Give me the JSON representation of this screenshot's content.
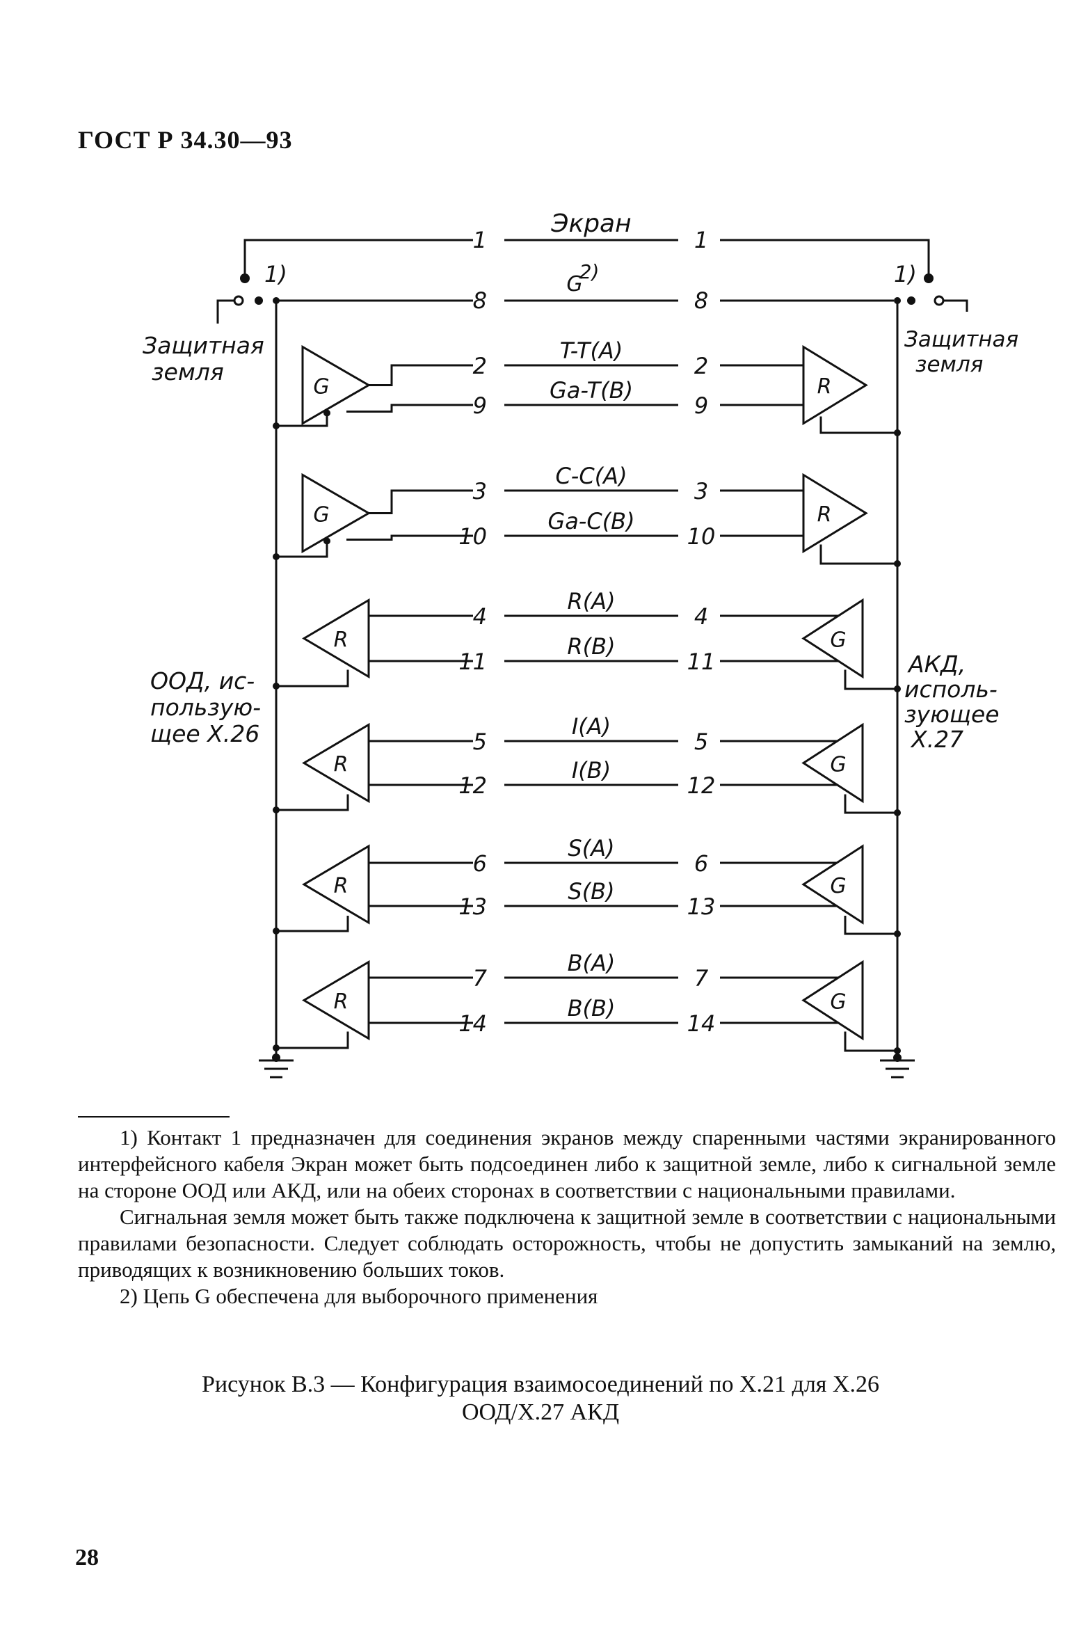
{
  "header": {
    "standard": "ГОСТ Р 34.30—93"
  },
  "diagram": {
    "screen_label": "Экран",
    "g_label": "G",
    "g_superscript": "2)",
    "note_mark": "1)",
    "left_pe_label": [
      "Защитная",
      "земля"
    ],
    "right_pe_label": [
      "Защитная",
      "земля"
    ],
    "left_side_label": [
      "ООД, ис-",
      "пользую-",
      "щее X.26"
    ],
    "right_side_label": [
      "АКД,",
      "исполь-",
      "зующее",
      "X.27"
    ],
    "driver_letter": "G",
    "receiver_letter": "R",
    "top_rows": [
      {
        "pin": "1"
      },
      {
        "pin": "8"
      }
    ],
    "circuits": [
      {
        "pins_a": "2",
        "pins_b": "9",
        "label_a": "T-T(A)",
        "label_b": "Ga-T(B)"
      },
      {
        "pins_a": "3",
        "pins_b": "10",
        "label_a": "C-C(A)",
        "label_b": "Ga-C(B)"
      },
      {
        "pins_a": "4",
        "pins_b": "11",
        "label_a": "R(A)",
        "label_b": "R(B)"
      },
      {
        "pins_a": "5",
        "pins_b": "12",
        "label_a": "I(A)",
        "label_b": "I(B)"
      },
      {
        "pins_a": "6",
        "pins_b": "13",
        "label_a": "S(A)",
        "label_b": "S(B)"
      },
      {
        "pins_a": "7",
        "pins_b": "14",
        "label_a": "B(A)",
        "label_b": "B(B)"
      }
    ]
  },
  "footnotes": {
    "note1": "1) Контакт 1 предназначен для соединения экранов между спаренными частями экранированного интерфейсного кабеля Экран может быть подсоединен либо к защитной земле, либо к сигнальной земле на стороне ООД или АКД, или на обеих сторонах в соответствии с национальными правилами.",
    "note1_cont": "Сигнальная земля может быть также подключена к защитной земле в соответствии с национальными правилами безопасности. Следует соблюдать осторожность, чтобы не допустить замыканий на землю, приводящих к возникновению больших токов.",
    "note2": "2) Цепь G обеспечена для выборочного применения"
  },
  "caption": {
    "line1": "Рисунок В.3 — Конфигурация взаимосоединений по X.21 для X.26",
    "line2": "ООД/X.27 АКД"
  },
  "page_number": "28"
}
